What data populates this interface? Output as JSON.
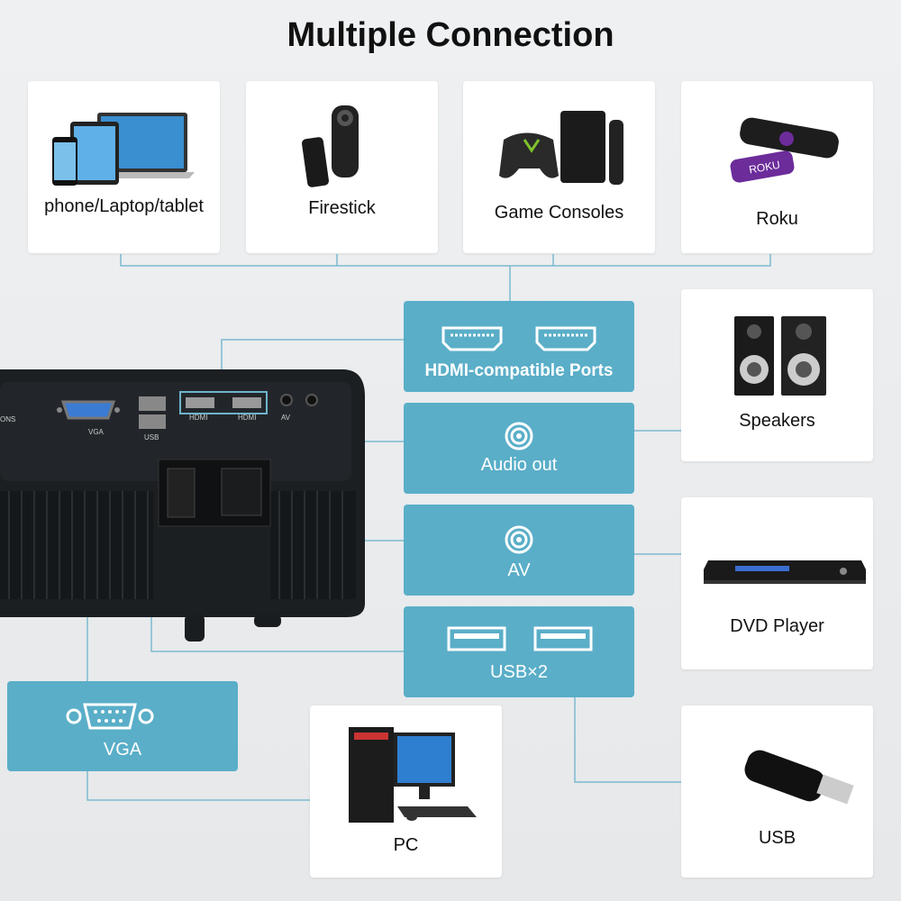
{
  "title": "Multiple Connection",
  "devices": {
    "phone": "phone/Laptop/tablet",
    "firestick": "Firestick",
    "consoles": "Game Consoles",
    "roku": "Roku",
    "speakers": "Speakers",
    "dvd": "DVD Player",
    "usb": "USB",
    "pc": "PC"
  },
  "ports": {
    "hdmi": "HDMI-compatible Ports",
    "audio": "Audio out",
    "av": "AV",
    "usb": "USB×2",
    "vga": "VGA"
  },
  "panel_labels": {
    "vga": "VGA",
    "usb": "USB",
    "hdmi1": "HDMI",
    "hdmi2": "HDMI",
    "av": "AV",
    "ons": "ONS"
  },
  "colors": {
    "port_blue": "#5aaec8",
    "line": "#6fb3cc",
    "projector": "#1c1f22"
  }
}
